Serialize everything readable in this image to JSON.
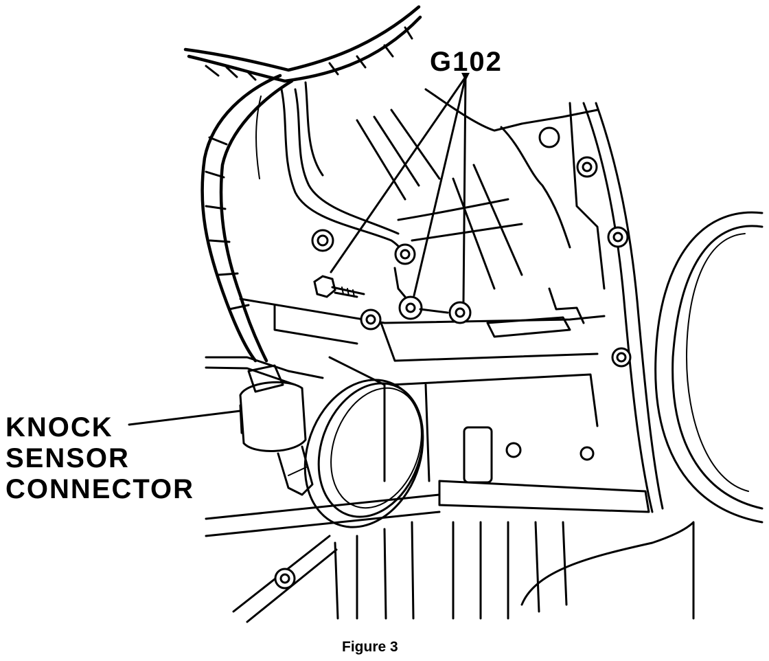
{
  "labels": {
    "ground": "G102",
    "sensor_line1": "KNOCK",
    "sensor_line2": "SENSOR",
    "sensor_line3": "CONNECTOR"
  },
  "caption": "Figure 3",
  "colors": {
    "ink": "#000000",
    "paper": "#ffffff"
  }
}
